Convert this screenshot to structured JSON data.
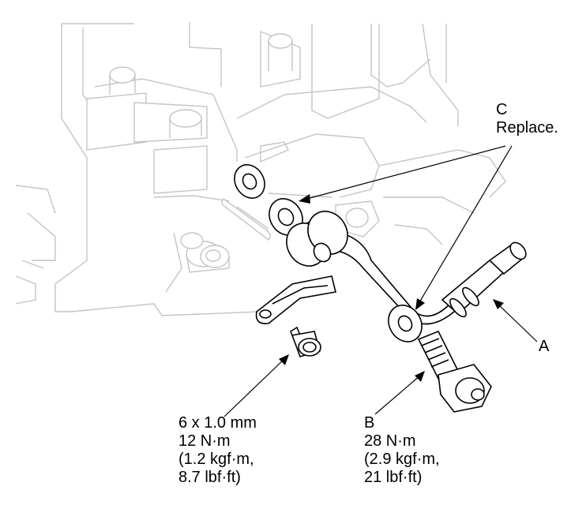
{
  "callouts": {
    "C": {
      "letter": "C",
      "text": "Replace."
    },
    "A": {
      "letter": "A"
    },
    "B": {
      "letter": "B",
      "torque_nm": "28 N·m",
      "torque_kgf": "(2.9 kgf·m,",
      "torque_lbf": "21 lbf·ft)"
    },
    "bolt_small": {
      "size": "6 x 1.0 mm",
      "torque_nm": "12 N·m",
      "torque_kgf": "(1.2 kgf·m,",
      "torque_lbf": "8.7 lbf·ft)"
    }
  },
  "icons": {
    "housing": "transmission-housing-outline",
    "pipe": "atf-cooler-pipe",
    "washer": "sealing-washer",
    "bolt": "flange-bolt",
    "banjo": "banjo-bolt"
  }
}
